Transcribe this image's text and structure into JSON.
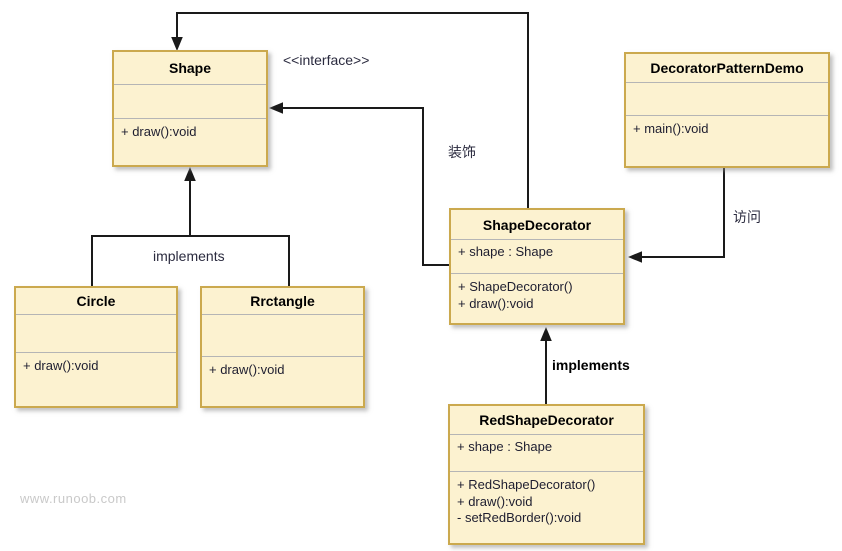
{
  "watermark": "www.runoob.com",
  "labels": {
    "interface_stereotype": "<<interface>>",
    "decorate_zh": "装饰",
    "access_zh": "访问",
    "implements_shapes": "implements",
    "implements_decorator": "implements"
  },
  "classes": {
    "shape": {
      "title": "Shape",
      "attributes": [],
      "methods": [
        "+ draw():void"
      ]
    },
    "decorator_pattern_demo": {
      "title": "DecoratorPatternDemo",
      "attributes": [],
      "methods": [
        "+ main():void"
      ]
    },
    "shape_decorator": {
      "title": "ShapeDecorator",
      "attributes": [
        "+ shape : Shape"
      ],
      "methods": [
        "+ ShapeDecorator()",
        "+ draw():void"
      ]
    },
    "circle": {
      "title": "Circle",
      "attributes": [],
      "methods": [
        "+ draw():void"
      ]
    },
    "rectangle": {
      "title": "Rrctangle",
      "attributes": [],
      "methods": [
        "+ draw():void"
      ]
    },
    "red_shape_decorator": {
      "title": "RedShapeDecorator",
      "attributes": [
        "+ shape : Shape"
      ],
      "methods": [
        "+ RedShapeDecorator()",
        "+ draw():void",
        "- setRedBorder():void"
      ]
    }
  },
  "colors": {
    "box_fill": "#FCF2D0",
    "box_border": "#CBA94E",
    "section_divider": "#b5b5b5",
    "wire": "#1a1a1a",
    "member_text": "#1e1e30",
    "title_text": "#000000",
    "watermark_text": "#c9c9c9"
  }
}
